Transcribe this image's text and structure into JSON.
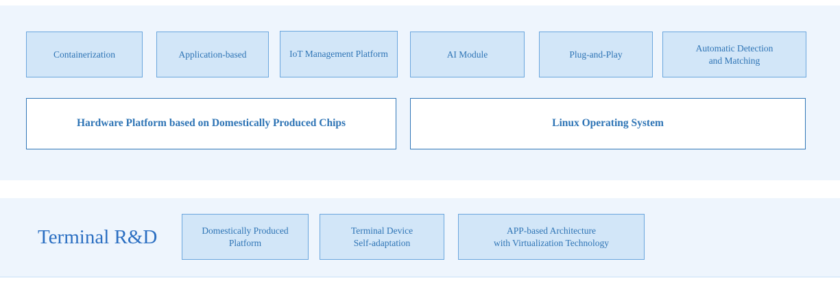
{
  "colors": {
    "band_bg": "#eef5fd",
    "small_box_bg": "#d2e6f8",
    "small_box_border": "#6aa6dd",
    "large_box_border": "#2e75b6",
    "text_blue": "#2e74b5",
    "title_blue": "#2b6fc2"
  },
  "diagram": {
    "top_band": {
      "feature_boxes": [
        {
          "label": "Containerization"
        },
        {
          "label": "Application-based"
        },
        {
          "label": "IoT Management Platform"
        },
        {
          "label": "AI Module"
        },
        {
          "label": "Plug-and-Play"
        },
        {
          "label": "Automatic Detection\nand Matching"
        }
      ],
      "platform_boxes": [
        {
          "label": "Hardware Platform based on Domestically Produced Chips"
        },
        {
          "label": "Linux Operating System"
        }
      ]
    },
    "bottom_band": {
      "title": "Terminal R&D",
      "capability_boxes": [
        {
          "label": "Domestically Produced\nPlatform"
        },
        {
          "label": "Terminal Device\nSelf-adaptation"
        },
        {
          "label": "APP-based Architecture\nwith Virtualization Technology"
        }
      ]
    }
  }
}
